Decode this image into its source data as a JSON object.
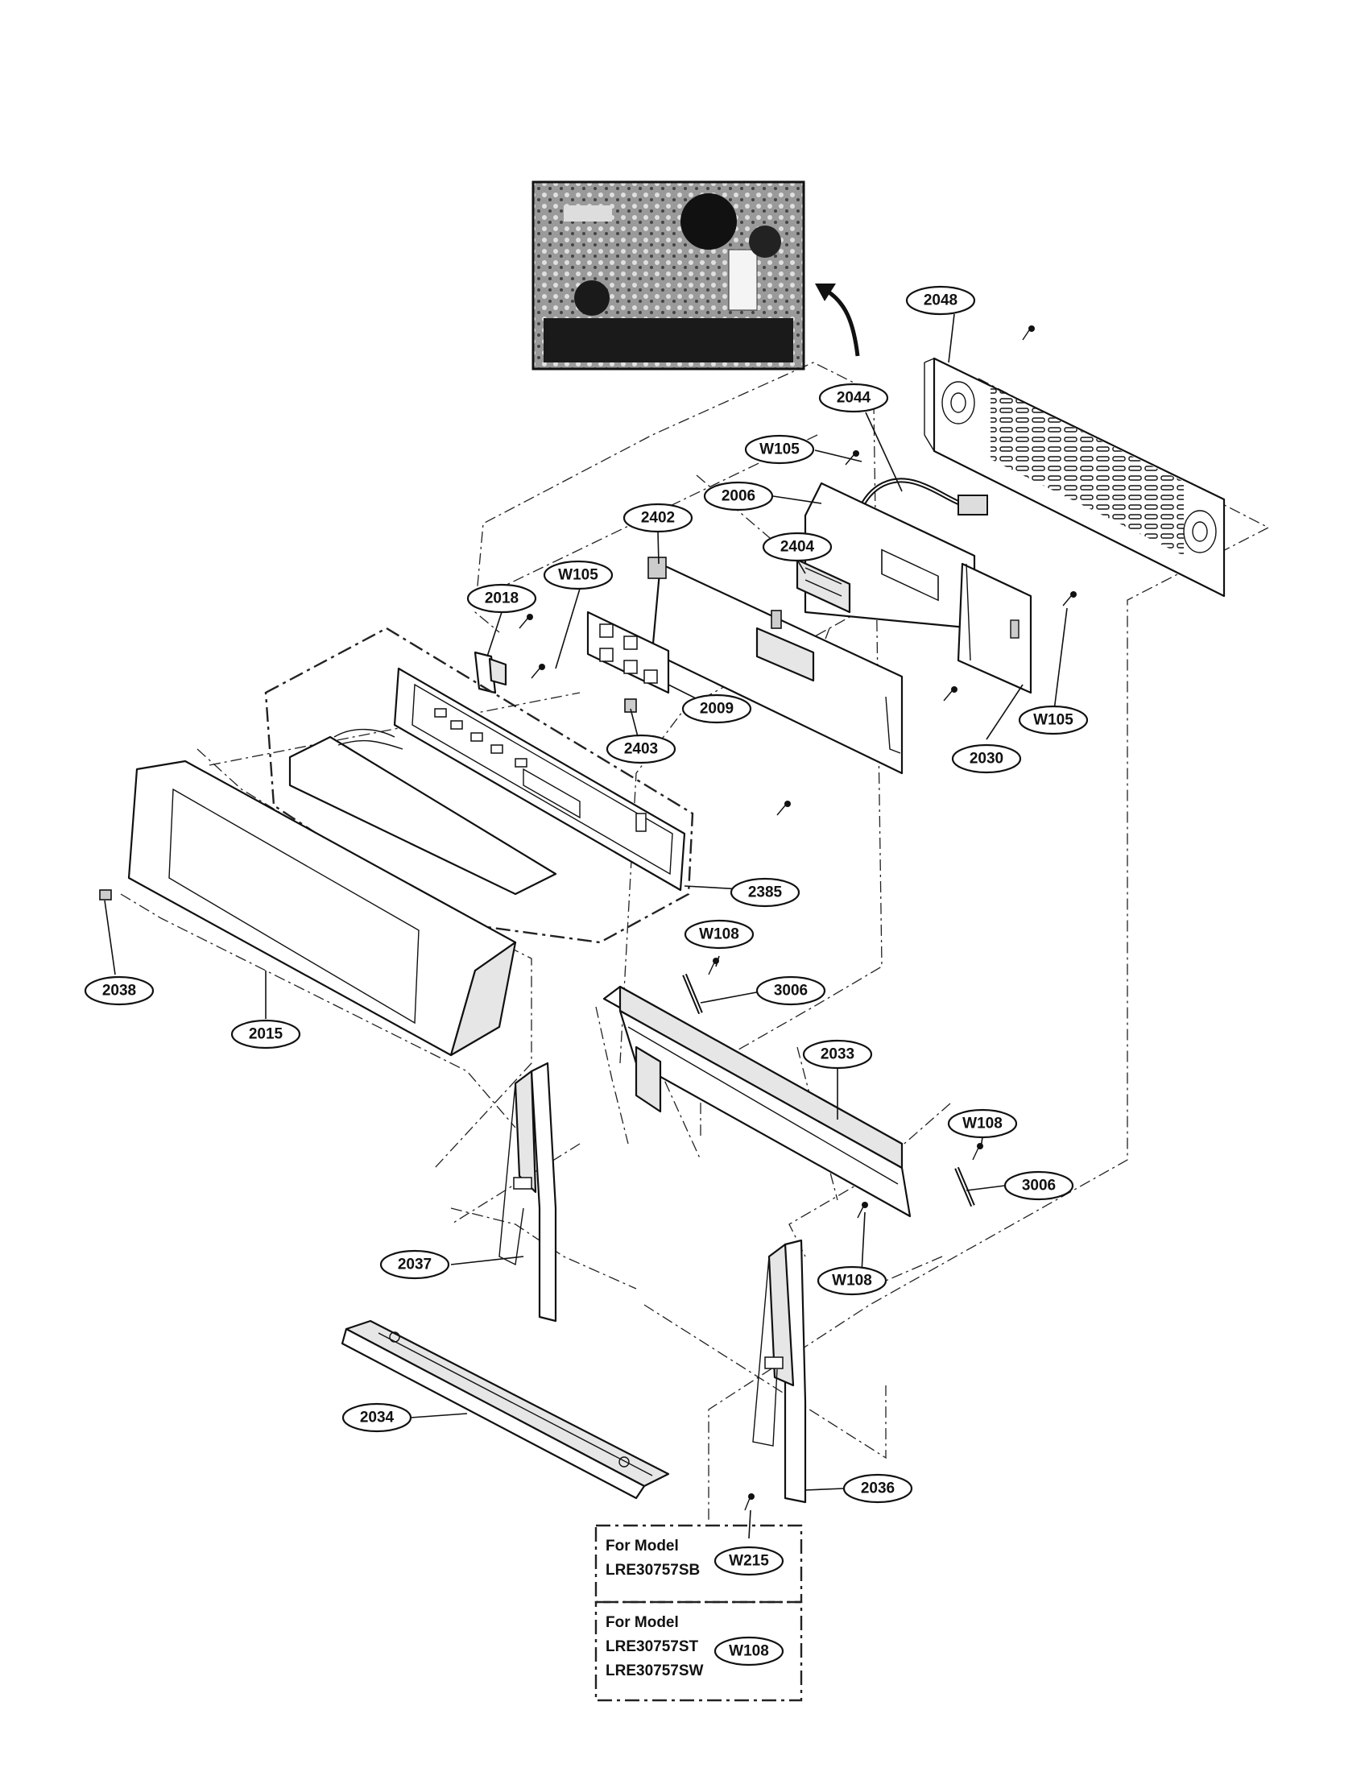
{
  "diagram": {
    "labels": {
      "p2048": "2048",
      "p2044": "2044",
      "w105a": "W105",
      "p2006": "2006",
      "p2402": "2402",
      "p2404": "2404",
      "w105b": "W105",
      "p2018": "2018",
      "p2009": "2009",
      "p2403": "2403",
      "w105c": "W105",
      "p2030": "2030",
      "p2385": "2385",
      "w108a": "W108",
      "p3006a": "3006",
      "p2038": "2038",
      "p2015": "2015",
      "p2033": "2033",
      "w108b": "W108",
      "p3006b": "3006",
      "p2037": "2037",
      "w108c": "W108",
      "p2034": "2034",
      "p2036": "2036",
      "w215": "W215",
      "w108d": "W108"
    },
    "notes": {
      "model_a_line1": "For Model",
      "model_a_line2": "LRE30757SB",
      "model_b_line1": "For Model",
      "model_b_line2": "LRE30757ST",
      "model_b_line3": "LRE30757SW"
    }
  }
}
